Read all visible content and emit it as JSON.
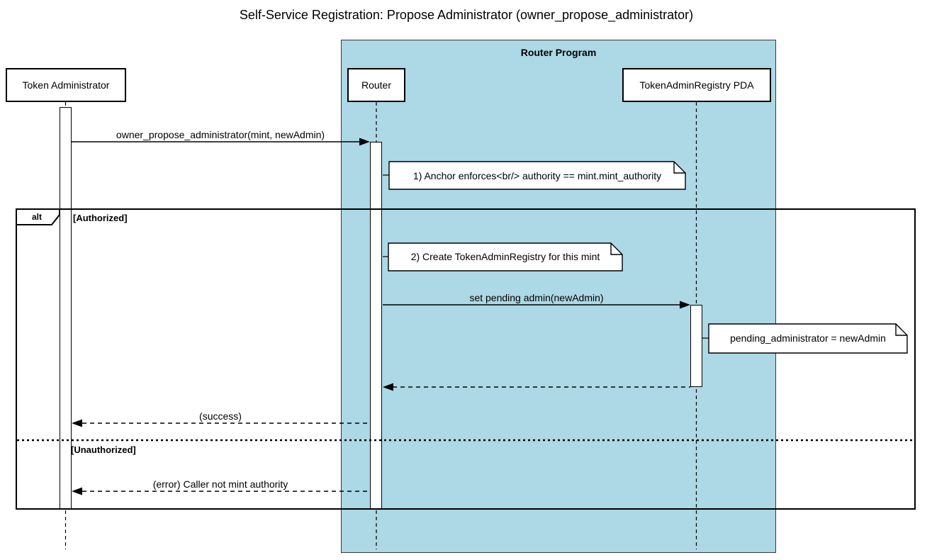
{
  "title": "Self-Service Registration: Propose Administrator (owner_propose_administrator)",
  "program_box": {
    "label": "Router Program",
    "fill": "#ADD8E6"
  },
  "participants": {
    "admin": {
      "label": "Token Administrator"
    },
    "router": {
      "label": "Router"
    },
    "pda": {
      "label": "TokenAdminRegistry PDA"
    }
  },
  "messages": {
    "propose": {
      "label": "owner_propose_administrator(mint, newAdmin)",
      "style": "solid-arrow"
    },
    "set_pending": {
      "label": "set pending admin(newAdmin)",
      "style": "solid-arrow"
    },
    "pda_return": {
      "label": "",
      "style": "dashed-return"
    },
    "success": {
      "label": "(success)",
      "style": "dashed-return"
    },
    "error": {
      "label": "(error) Caller not mint authority",
      "style": "dashed-return"
    }
  },
  "notes": {
    "anchor_enforces": {
      "label": "1) Anchor enforces<br/> authority == mint.mint_authority"
    },
    "create_registry": {
      "label": "2) Create TokenAdminRegistry for this mint"
    },
    "pending_admin": {
      "label": "pending_administrator = newAdmin"
    }
  },
  "alt_frame": {
    "operator": "alt",
    "guards": {
      "authorized": "[Authorized]",
      "unauthorized": "[Unauthorized]"
    }
  }
}
